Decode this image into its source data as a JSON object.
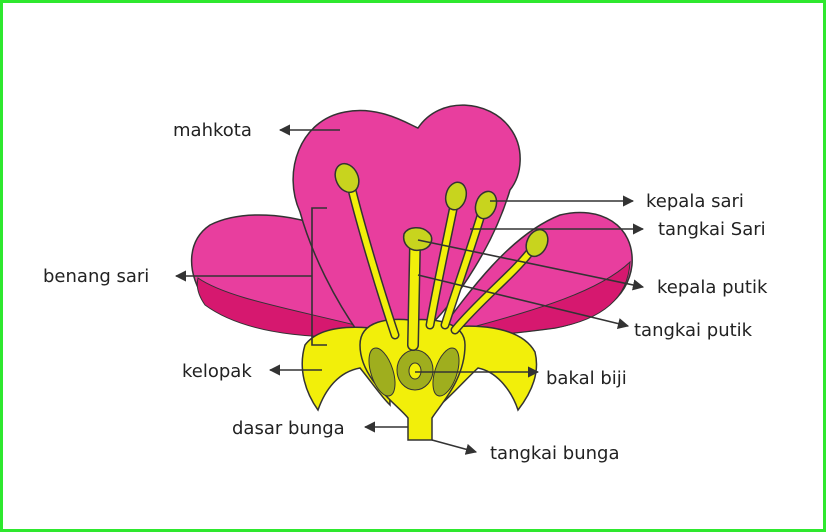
{
  "labels": {
    "mahkota": "mahkota",
    "kepala_sari": "kepala sari",
    "tangkai_sari": "tangkai Sari",
    "benang_sari": "benang sari",
    "kepala_putik": "kepala putik",
    "tangkai_putik": "tangkai putik",
    "kelopak": "kelopak",
    "bakal_biji": "bakal biji",
    "dasar_bunga": "dasar bunga",
    "tangkai_bunga": "tangkai bunga"
  },
  "colors": {
    "frame": "#2ee82e",
    "petal": "#e83e9e",
    "petal_shadow": "#d6186f",
    "outline": "#333333",
    "sepal": "#f2ef0a",
    "ovary": "#9fae1e",
    "anther": "#c8d41e",
    "text": "#222222"
  }
}
